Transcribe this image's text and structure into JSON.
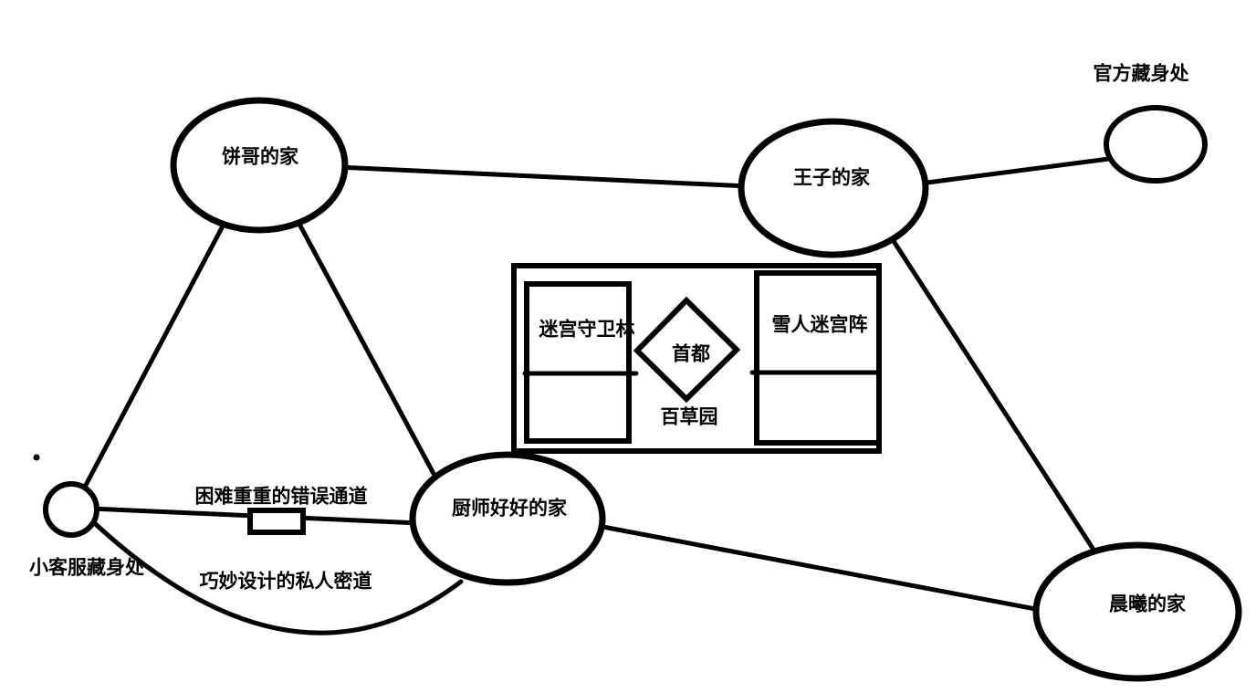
{
  "canvas": {
    "background_color": "#ffffff",
    "ink_color": "#000000"
  },
  "diagram": {
    "type": "hand-drawn-map",
    "nodes": {
      "bingge_home": {
        "label": "饼哥的家"
      },
      "prince_home": {
        "label": "王子的家"
      },
      "official_hideout": {
        "label": "官方藏身处"
      },
      "customer_service_hideout": {
        "label": "小客服藏身处"
      },
      "chef_haohao_home": {
        "label": "厨师好好的家"
      },
      "chenxi_home": {
        "label": "晨曦的家"
      }
    },
    "regions": {
      "maze_guard_forest": {
        "label": "迷宫守卫林"
      },
      "capital": {
        "label": "首都"
      },
      "snowman_maze_array": {
        "label": "雪人迷宫阵"
      },
      "hundred_herb_garden": {
        "label": "百草园"
      }
    },
    "passages": {
      "error_passage": {
        "label": "困难重重的错误通道"
      },
      "private_passage": {
        "label": "巧妙设计的私人密道"
      }
    },
    "connections": [
      {
        "from": "饼哥的家",
        "to": "王子的家"
      },
      {
        "from": "王子的家",
        "to": "官方藏身处"
      },
      {
        "from": "饼哥的家",
        "to": "小客服藏身处"
      },
      {
        "from": "饼哥的家",
        "to": "厨师好好的家"
      },
      {
        "from": "小客服藏身处",
        "to": "厨师好好的家",
        "via": "困难重重的错误通道"
      },
      {
        "from": "小客服藏身处",
        "to": "厨师好好的家",
        "via": "巧妙设计的私人密道"
      },
      {
        "from": "王子的家",
        "to": "晨曦的家"
      },
      {
        "from": "厨师好好的家",
        "to": "晨曦的家"
      }
    ]
  }
}
